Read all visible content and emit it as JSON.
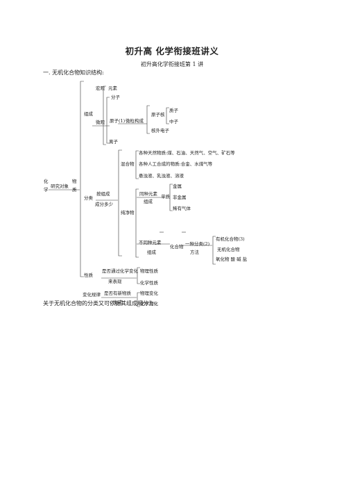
{
  "doc": {
    "title": "初升高  化学衔接班讲义",
    "subtitle": "初升高化学衔接班第 1 讲",
    "heading": "一. 无机化合物知识结构:",
    "footer": "关于无机化合物的分类又可依据其组成细分为:"
  },
  "tree": {
    "root_top": "化",
    "root_bottom": "学",
    "root_edge": "研究对象",
    "root_edge2_top": "物",
    "root_edge2_bottom": "质",
    "composition": "组成",
    "macro": "宏观",
    "element": "元素",
    "micro": "微观",
    "molecule": "分子",
    "atom": "原子",
    "atom_marker": "(1)",
    "atom_edge": "微粒构成",
    "nucleus": "原子核",
    "proton": "质子",
    "neutron": "中子",
    "electron": "核外电子",
    "ion": "离子",
    "classification": "分类",
    "class_edge_top": "按组成",
    "class_edge_bottom": "成分多少",
    "mixture": "混合物",
    "mix1": "各种天然物质:煤、石油、天然气、空气、矿石等",
    "mix2": "各种人工合成的物质:合金、水煤气等",
    "mix3": "悬浊液、乳浊液、溶液",
    "pure": "纯净物",
    "same_top": "同种元素",
    "same_bottom": "组成",
    "simple": "单质",
    "metal": "金属",
    "nonmetal": "非金属",
    "noble": "稀有气体",
    "diff_top": "不同种元素",
    "diff_bottom": "组成",
    "compound": "化合物",
    "split_top": "一种分类(2)",
    "split_bottom": "方法",
    "organic": "有机化合物(3)",
    "inorganic_blur": "无机化合物",
    "oxide_line": "氧化物  酸  碱  盐",
    "property": "性质",
    "prop_edge_top": "是否通过化学变化",
    "prop_edge_bottom": "来表现",
    "phys_prop": "物理性质",
    "chem_prop": "化学性质",
    "change": "变化规律",
    "change_edge_top": "是否有新物质",
    "change_edge_bottom": "生成",
    "phys_change": "物理变化",
    "chem_change": "化学变化"
  }
}
